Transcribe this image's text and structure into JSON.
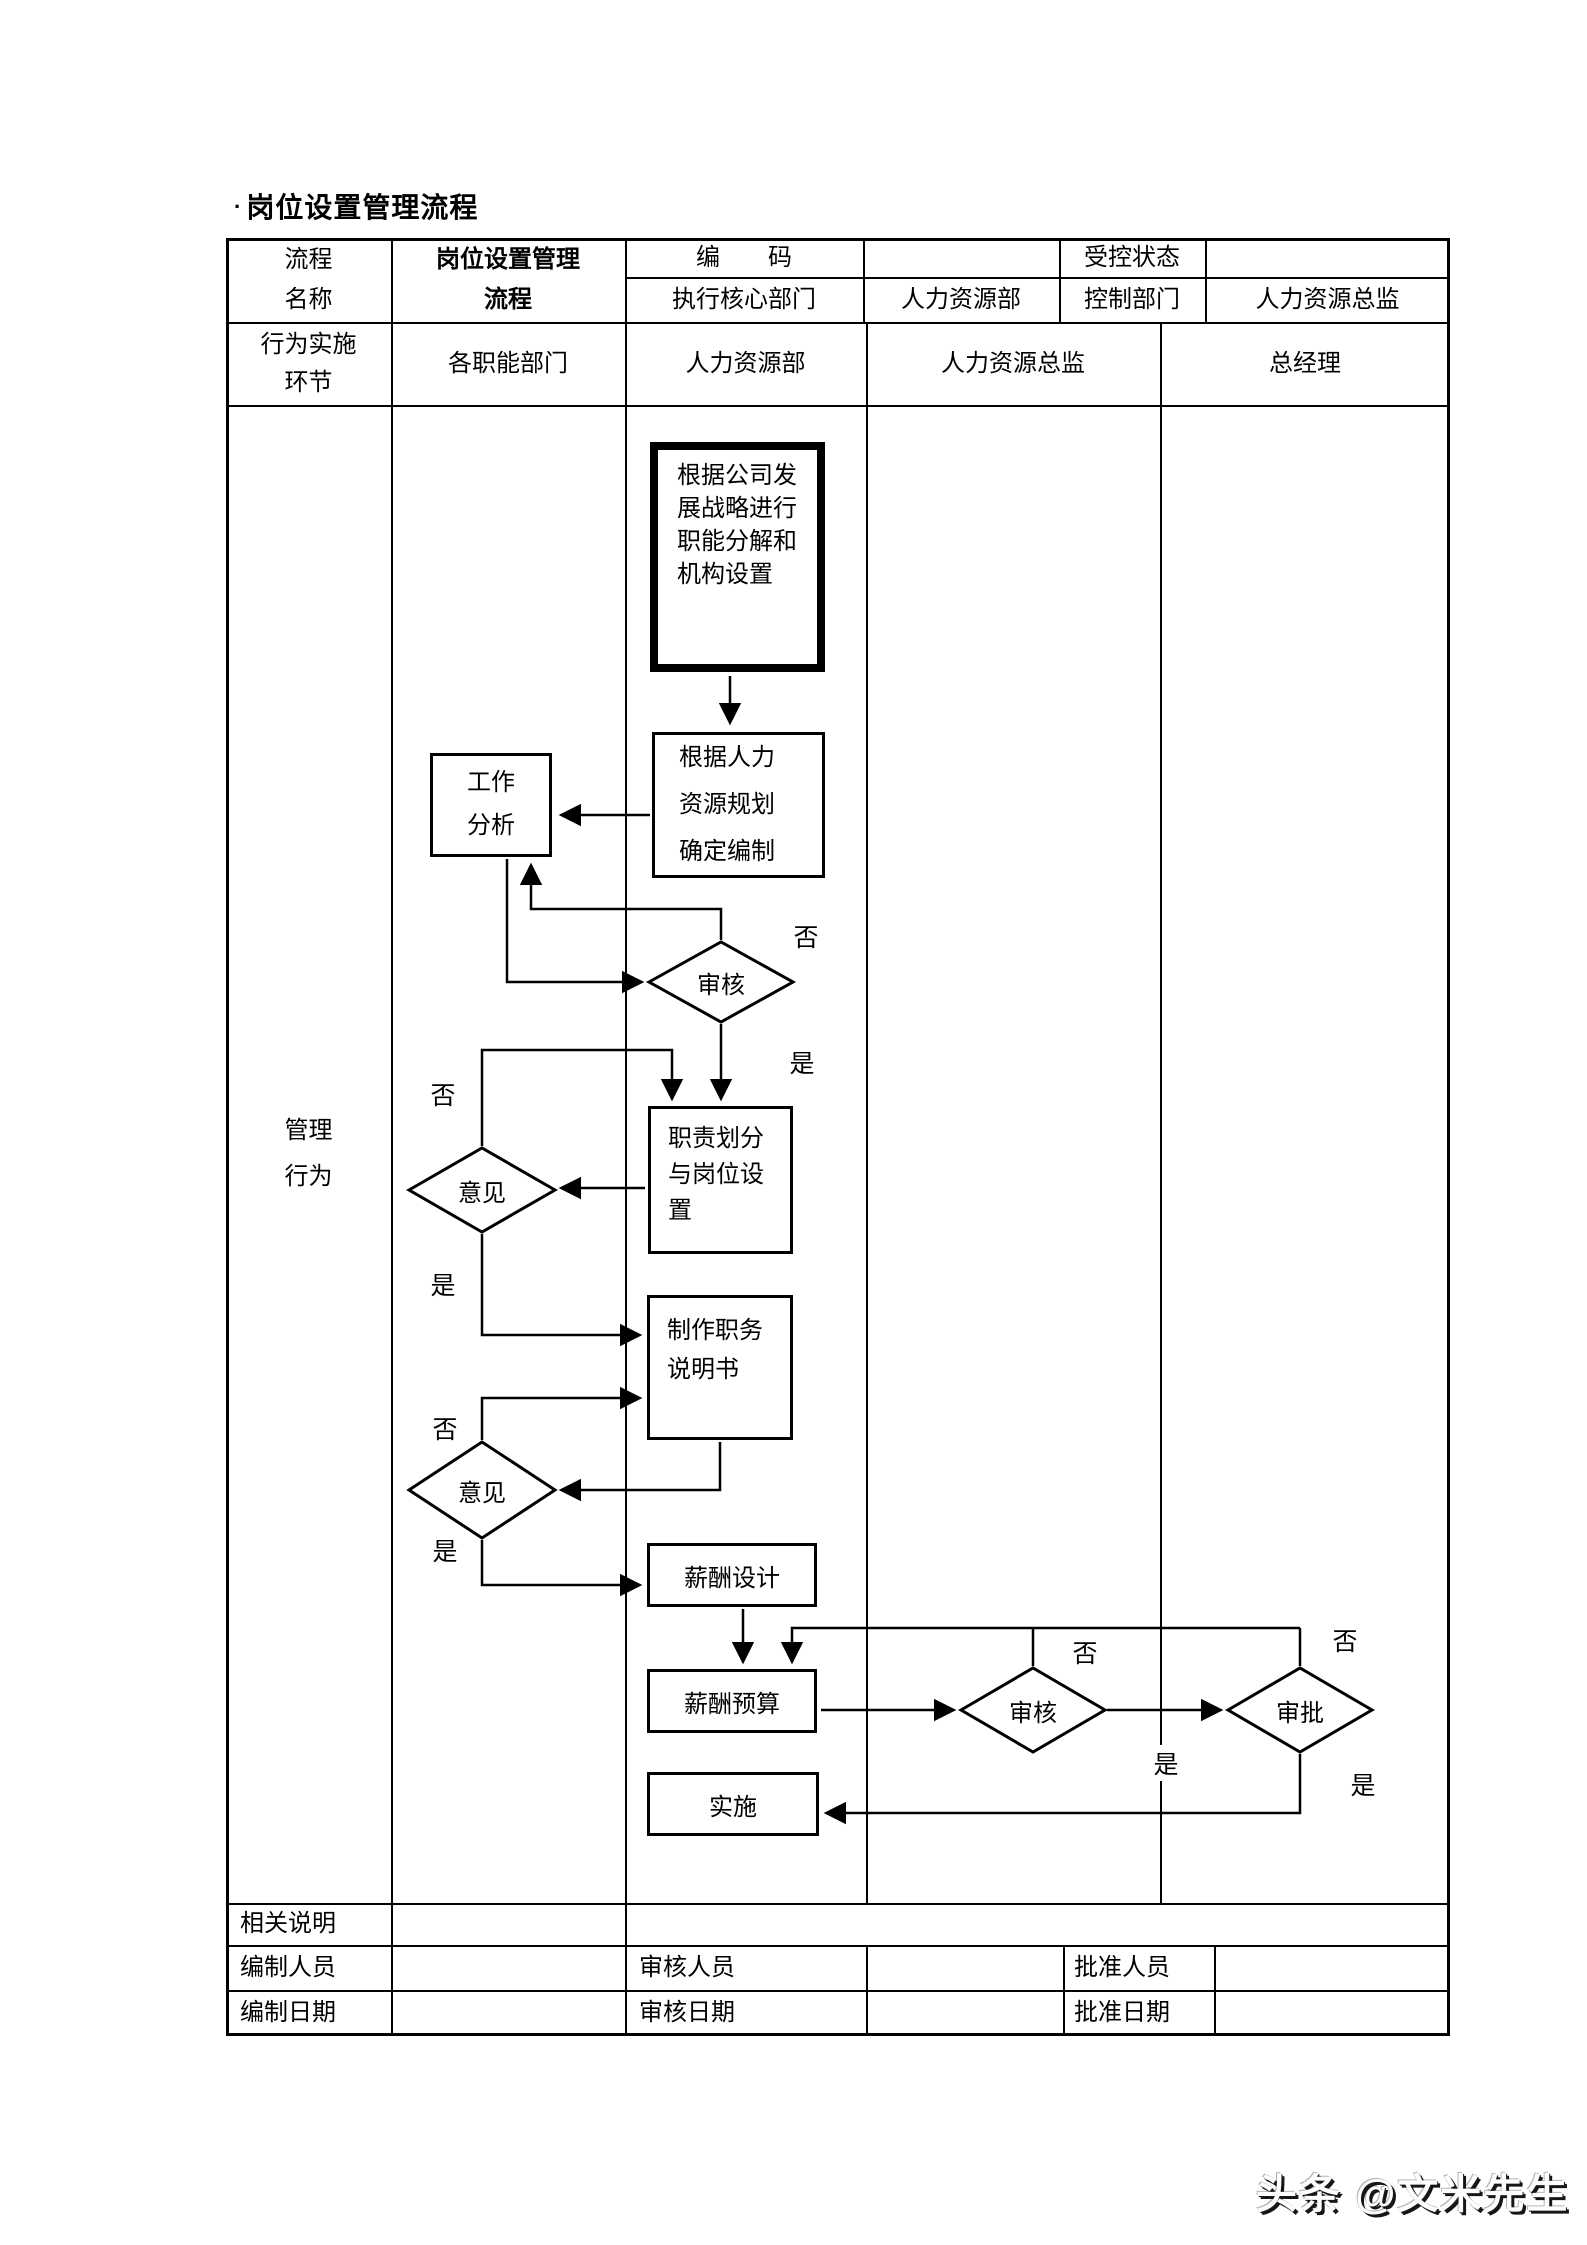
{
  "page": {
    "title_bullet": "·",
    "title": "岗位设置管理流程"
  },
  "colors": {
    "ink": "#000000",
    "background": "#ffffff"
  },
  "table": {
    "header": {
      "row12_col1": "流程\n名称",
      "row12_col2": "岗位设置管理\n流程",
      "code_label": "编　　码",
      "code_value": "",
      "controlled_state_label": "受控状态",
      "controlled_state_value": "",
      "exec_core_dept_label": "执行核心部门",
      "exec_core_dept_value": "人力资源部",
      "control_dept_label": "控制部门",
      "control_dept_value": "人力资源总监",
      "row3_col1": "行为实施\n环节",
      "lanes": [
        "各职能部门",
        "人力资源部",
        "人力资源总监",
        "总经理"
      ]
    },
    "body_label": "管理\n行为",
    "footer": {
      "note_label": "相关说明",
      "maker_label": "编制人员",
      "maker_value": "",
      "maker_date_label": "编制日期",
      "maker_date_value": "",
      "reviewer_label": "审核人员",
      "reviewer_value": "",
      "review_date_label": "审核日期",
      "review_date_value": "",
      "approver_label": "批准人员",
      "approver_value": "",
      "approve_date_label": "批准日期",
      "approve_date_value": ""
    }
  },
  "flowchart": {
    "nodes": {
      "strategy": "根据公司发\n展战略进行\n职能分解和\n机构设置",
      "hr_plan": "根据人力\n资源规划\n确定编制",
      "job_analysis": "工作\n分析",
      "review1": "审核",
      "duty_division": "职责划分\n与岗位设\n置",
      "opinion1": "意见",
      "job_description": "制作职务\n说明书",
      "opinion2": "意见",
      "salary_design": "薪酬设计",
      "salary_budget": "薪酬预算",
      "review2": "审核",
      "approval": "审批",
      "implement": "实施"
    },
    "labels": {
      "yes": "是",
      "no": "否"
    }
  },
  "watermark": "头条 @文米先生"
}
